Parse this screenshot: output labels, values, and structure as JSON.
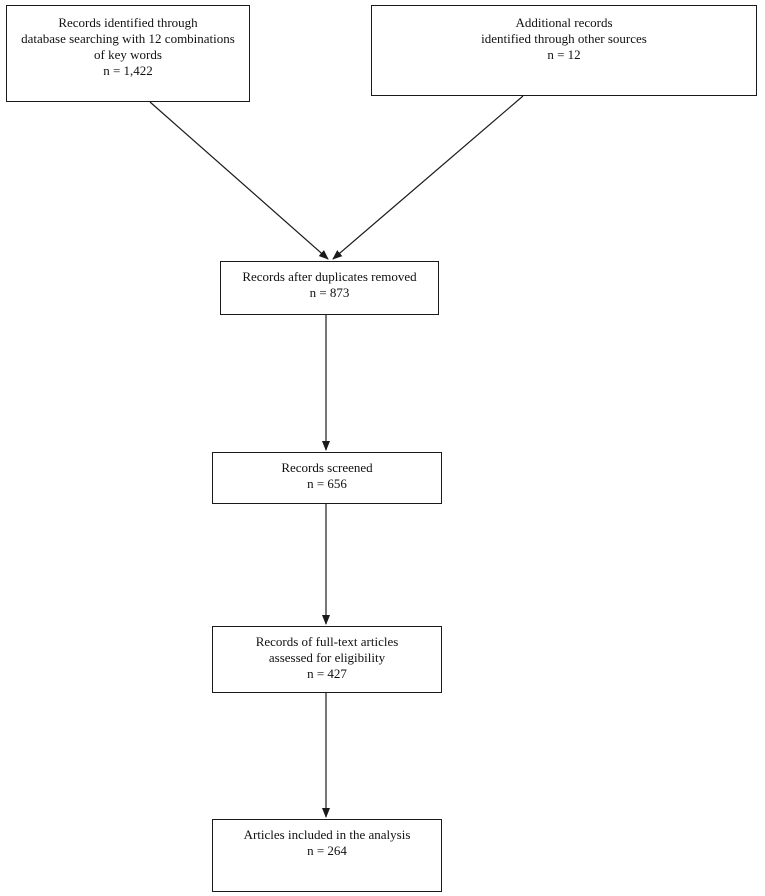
{
  "boxes": {
    "identified_db": {
      "lines": [
        "Records identified through",
        "database searching with 12 combinations",
        "of key words",
        "n = 1,422"
      ]
    },
    "identified_other": {
      "lines": [
        "Additional records",
        "identified through other sources",
        "n = 12"
      ]
    },
    "duplicates_removed": {
      "lines": [
        "Records after duplicates removed",
        "n = 873"
      ]
    },
    "screened": {
      "lines": [
        "Records screened",
        "n = 656"
      ]
    },
    "full_text": {
      "lines": [
        "Records of full-text articles",
        "assessed for eligibility",
        "n = 427"
      ]
    },
    "included": {
      "lines": [
        "Articles included in the analysis",
        "n = 264"
      ]
    }
  },
  "colors": {
    "stroke": "#1a1a1a",
    "background": "#ffffff"
  }
}
